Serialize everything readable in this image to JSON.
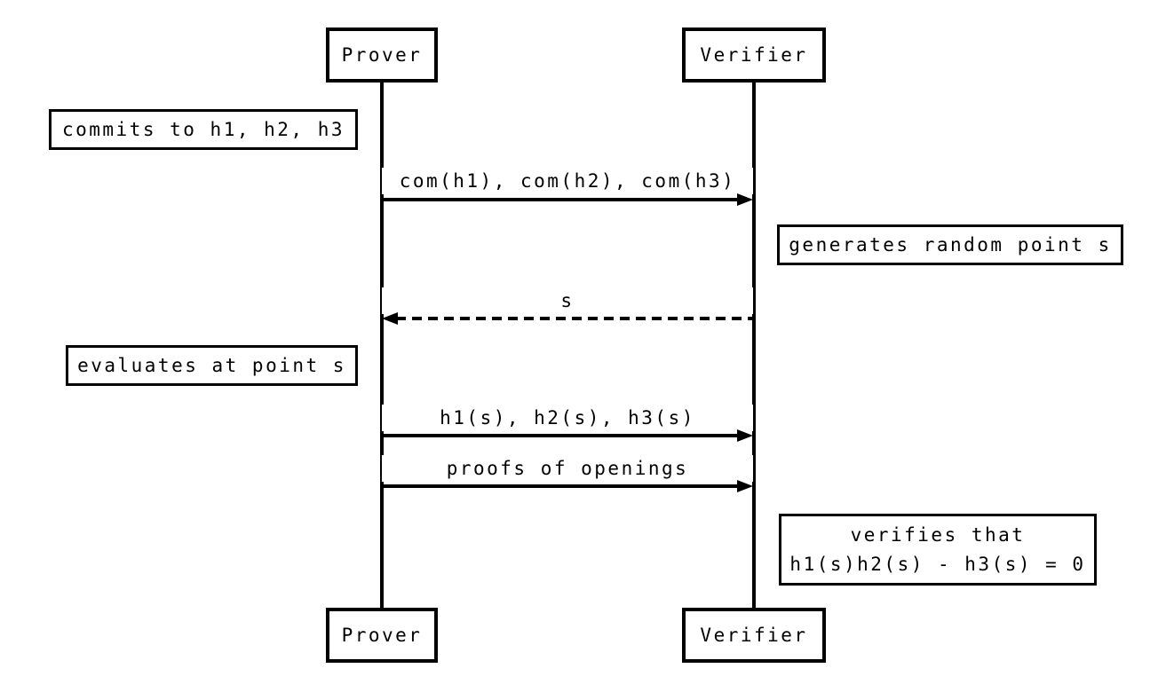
{
  "diagram_type": "sequence",
  "colors": {
    "fg": "#000000",
    "bg": "#ffffff"
  },
  "actors": {
    "prover_top": "Prover",
    "verifier_top": "Verifier",
    "prover_bottom": "Prover",
    "verifier_bottom": "Verifier"
  },
  "notes": {
    "commit": "commits to h1, h2, h3",
    "generate": "generates random point s",
    "evaluate": "evaluates at point s",
    "verify_line1": "verifies that",
    "verify_line2": "h1(s)h2(s) - h3(s) = 0"
  },
  "messages": {
    "commitments": "com(h1), com(h2), com(h3)",
    "challenge": "s",
    "evaluations": "h1(s), h2(s), h3(s)",
    "proofs": "proofs of openings"
  }
}
